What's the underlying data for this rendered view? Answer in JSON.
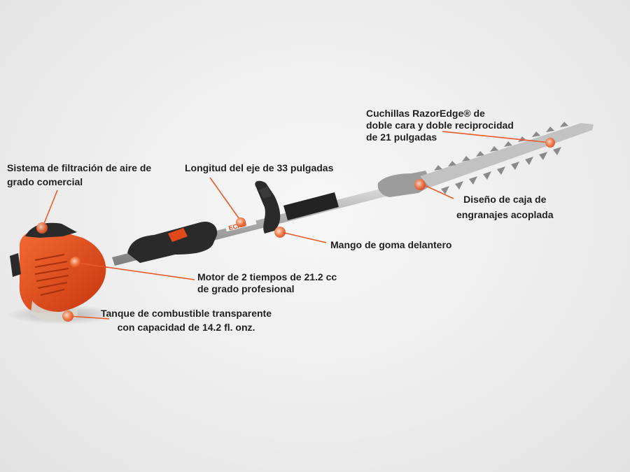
{
  "colors": {
    "brand_orange": "#e2491a",
    "callout_line": "#ea5a2a",
    "shaft": "#b8b8b8",
    "grip": "#262626"
  },
  "product": {
    "brand_mark": "ECHO"
  },
  "callouts": {
    "blades": {
      "lines": [
        "Cuchillas RazorEdge® de",
        "doble cara y doble reciprocidad",
        "de 21 pulgadas"
      ]
    },
    "air_filter": {
      "lines": [
        "Sistema de filtración de aire de",
        "grado comercial"
      ]
    },
    "shaft_length": {
      "lines": [
        "Longitud del eje de 33 pulgadas"
      ]
    },
    "gearbox": {
      "lines": [
        "Diseño de caja de",
        "engranajes acoplada"
      ]
    },
    "front_handle": {
      "lines": [
        "Mango de goma delantero"
      ]
    },
    "engine": {
      "lines": [
        "Motor de 2 tiempos de 21.2 cc",
        "de grado profesional"
      ]
    },
    "fuel_tank": {
      "lines": [
        "Tanque de combustible transparente",
        "con capacidad de 14.2 fl. onz."
      ]
    }
  }
}
